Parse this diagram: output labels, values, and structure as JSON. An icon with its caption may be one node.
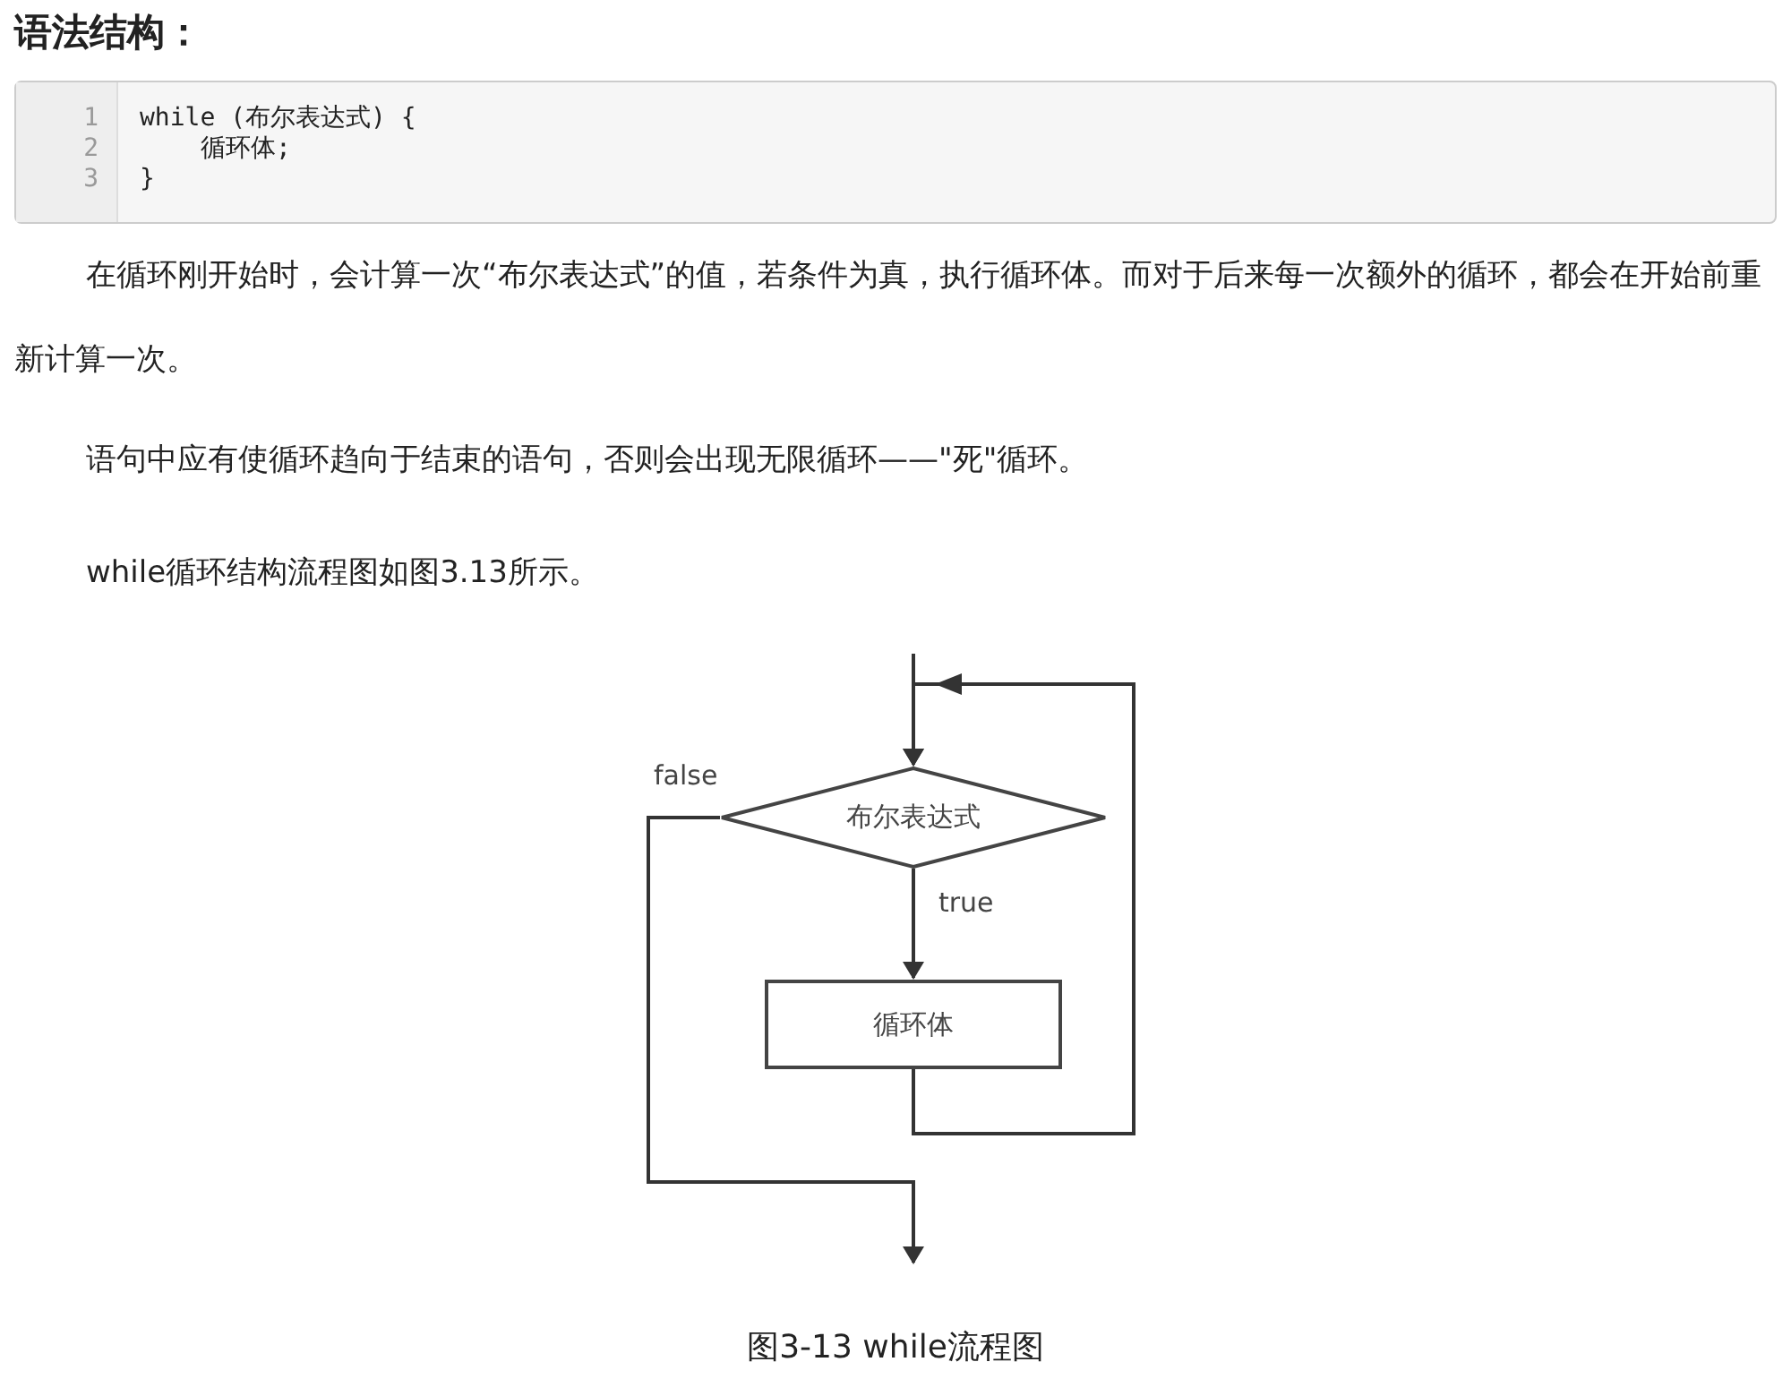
{
  "diagram": {
    "title": "语法结构：",
    "caption": "图3-13 while流程图",
    "nodes": [
      {
        "text": [
          "布尔表达式"
        ]
      },
      {
        "text": [
          "循环体"
        ]
      }
    ],
    "edges": [
      {
        "from": null,
        "to": 0,
        "arrow": "to"
      },
      {
        "from": 0,
        "to": 1,
        "arrow": "to",
        "label": "true"
      },
      {
        "from": 1,
        "to": 0,
        "arrow": "to"
      },
      {
        "from": 0,
        "to": null,
        "arrow": "to",
        "label": "false"
      }
    ],
    "labels": [
      "1",
      "2",
      "3",
      "while (布尔表达式) {",
      "循环体;",
      "}",
      "在循环刚开始时，会计算一次“布尔表达式”的值，若条件为真，执行循环体。而对于后来每一次额外的循环，都会在开始前重新计算一次。",
      "语句中应有使循环趋向于结束的语句，否则会出现无限循环——\"死\"循环。",
      "while循环结构流程图如图3.13所示。"
    ]
  }
}
